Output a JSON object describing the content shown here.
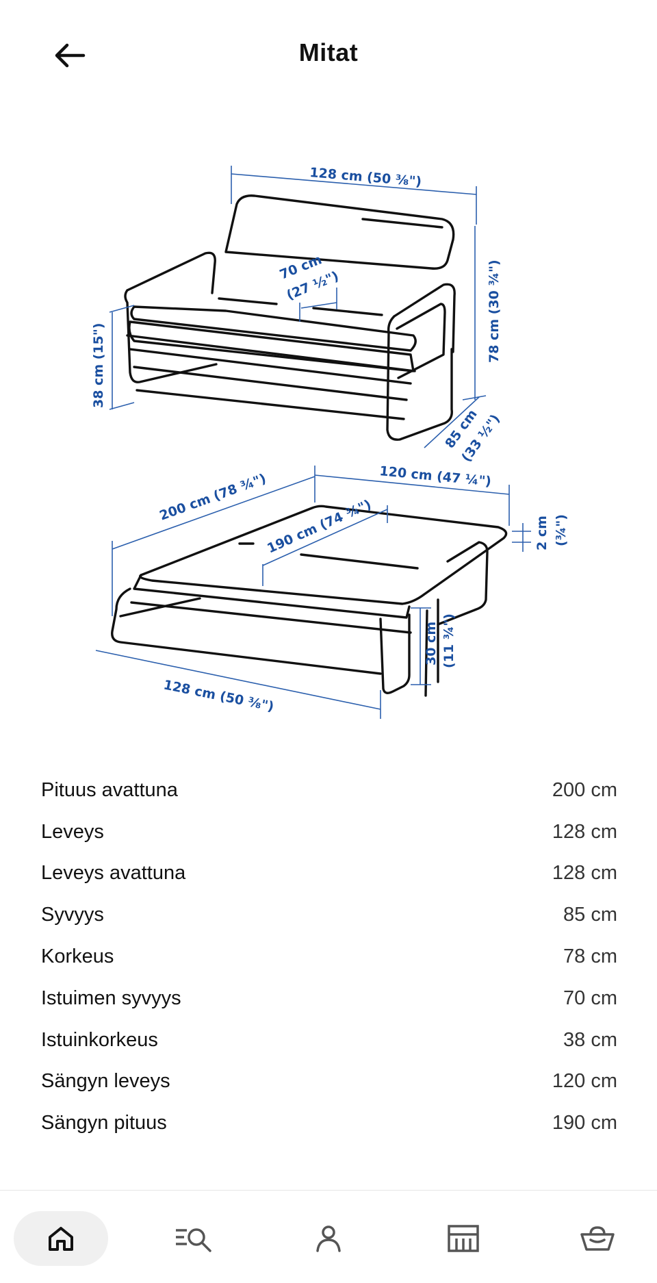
{
  "header": {
    "title": "Mitat",
    "back_icon": "arrow-left-icon"
  },
  "diagram": {
    "sofa_labels": {
      "width": "128 cm (50 ⅜\")",
      "seat_depth_cm": "70 cm",
      "seat_depth_in": "(27 ½\")",
      "height": "78 cm (30 ¾\")",
      "seat_height": "38 cm (15\")",
      "depth_cm": "85 cm",
      "depth_in": "(33 ½\")"
    },
    "bed_labels": {
      "bed_width": "120 cm (47 ¼\")",
      "length_open": "200 cm (78 ¾\")",
      "bed_length": "190 cm (74 ¾\")",
      "mattress_cm": "2 cm",
      "mattress_in": "(¾\")",
      "frame_cm": "30 cm",
      "frame_in": "(11 ¾\")",
      "width_open": "128 cm (50 ⅜\")"
    }
  },
  "specs": [
    {
      "label": "Pituus avattuna",
      "value": "200 cm"
    },
    {
      "label": "Leveys",
      "value": "128 cm"
    },
    {
      "label": "Leveys avattuna",
      "value": "128 cm"
    },
    {
      "label": "Syvyys",
      "value": "85 cm"
    },
    {
      "label": "Korkeus",
      "value": "78 cm"
    },
    {
      "label": "Istuimen syvyys",
      "value": "70 cm"
    },
    {
      "label": "Istuinkorkeus",
      "value": "38 cm"
    },
    {
      "label": "Sängyn leveys",
      "value": "120 cm"
    },
    {
      "label": "Sängyn pituus",
      "value": "190 cm"
    }
  ],
  "nav": {
    "items": [
      {
        "icon": "home-icon",
        "active": true
      },
      {
        "icon": "search-list-icon",
        "active": false
      },
      {
        "icon": "profile-icon",
        "active": false
      },
      {
        "icon": "store-icon",
        "active": false
      },
      {
        "icon": "basket-icon",
        "active": false
      }
    ]
  },
  "colors": {
    "dimension_blue": "#1a4fa0",
    "text": "#111111",
    "active_nav_bg": "#f0f0f0"
  }
}
